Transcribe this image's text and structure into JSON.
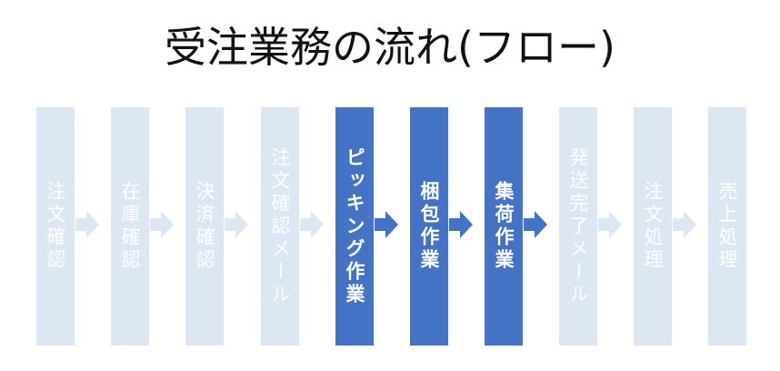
{
  "title": "受注業務の流れ(フロー)",
  "colors": {
    "active": "#4472c4",
    "inactive": "#dde6f3",
    "label": "#ffffff"
  },
  "steps": [
    {
      "label": "注文確認",
      "state": "inactive"
    },
    {
      "label": "在庫確認",
      "state": "inactive"
    },
    {
      "label": "決済確認",
      "state": "inactive"
    },
    {
      "label": "注文確認メール",
      "state": "inactive"
    },
    {
      "label": "ピッキング作業",
      "state": "active"
    },
    {
      "label": "梱包作業",
      "state": "active"
    },
    {
      "label": "集荷作業",
      "state": "active"
    },
    {
      "label": "発送完了メール",
      "state": "inactive"
    },
    {
      "label": "注文処理",
      "state": "inactive"
    },
    {
      "label": "売上処理",
      "state": "inactive"
    }
  ]
}
